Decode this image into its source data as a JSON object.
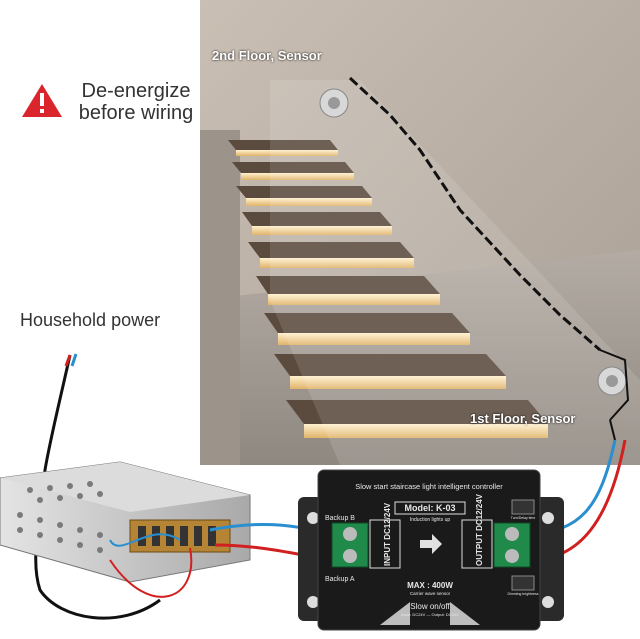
{
  "callouts": {
    "warning_line1": "De-energize",
    "warning_line2": "before wiring",
    "household_power": "Household power",
    "floor2_sensor": "2nd Floor, Sensor",
    "floor1_sensor": "1st Floor, Sensor"
  },
  "controller": {
    "title": "Slow start staircase light intelligent controller",
    "model": "Model: K-03",
    "subtitle": "Induction lights up",
    "backup_b": "Backup B",
    "backup_a": "Backup A",
    "input_label": "INPUT DC12/24V",
    "output_label": "OUTPUT DC12/24V",
    "max": "MAX : 400W",
    "max_sub": "Carrier wave sensor",
    "slow": "Slow on/off",
    "slow_sub": "Input: DC24V — Output: DC24V",
    "knob_top": "Turn/Delay time",
    "knob_bottom": "Dimming brightness"
  },
  "colors": {
    "warning_red": "#d9252b",
    "wire_blue": "#2a8fd0",
    "wire_red": "#d21f1f",
    "terminal_green": "#1f8a4a",
    "controller_body": "#1a1a1a",
    "step_light": "#f3d9a4"
  }
}
